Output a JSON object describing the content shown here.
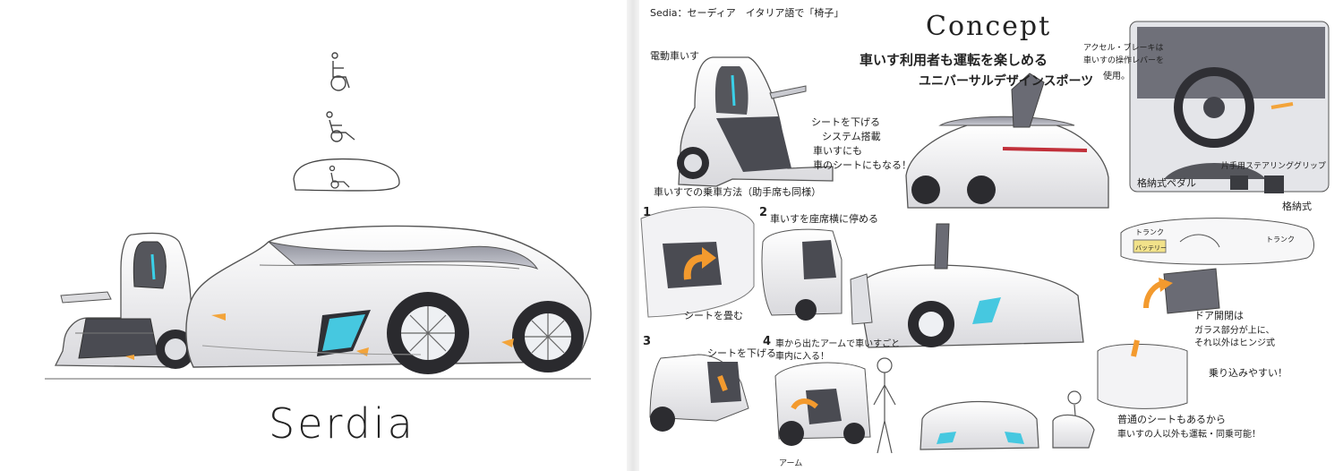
{
  "left_page": {
    "brand": "Serdia"
  },
  "right_page": {
    "name_note": "Sedia：セーディア　イタリア語で「椅子」",
    "concept_title": "Concept",
    "concept_line1": "車いす利用者も運転を楽しめる",
    "concept_line2": "ユニバーサルデザインスポーツ",
    "ewheelchair": "電動車いす",
    "seat_note": [
      "シートを下げる",
      "システム搭載",
      "車いすにも",
      "車のシートにもなる！"
    ],
    "controls_note": [
      "アクセル・ブレーキは",
      "車いすの操作レバーを",
      "使用。"
    ],
    "hand_grip": "片手用ステアリンググリップ",
    "pedal": "格納式ペダル",
    "retract": "格納式",
    "boarding_title": "車いすでの乗車方法（助手席も同様）",
    "steps": [
      {
        "num": "1",
        "text": "シートを畳む"
      },
      {
        "num": "2",
        "text": "車いすを座席横に停める"
      },
      {
        "num": "3",
        "text": "シートを下げる"
      },
      {
        "num": "4",
        "text": "車から出たアームで車いすごと車内に入る！"
      }
    ],
    "arm_label": "アーム",
    "trunk_a": "トランク",
    "trunk_b": "トランク",
    "battery": "バッテリー",
    "door_note": [
      "ドア開閉は",
      "ガラス部分が上に、",
      "それ以外はヒンジ式"
    ],
    "easy_entry": "乗り込みやすい！",
    "normal_seat": [
      "普通のシートもあるから",
      "車いすの人以外も運転・同乗可能！"
    ]
  }
}
